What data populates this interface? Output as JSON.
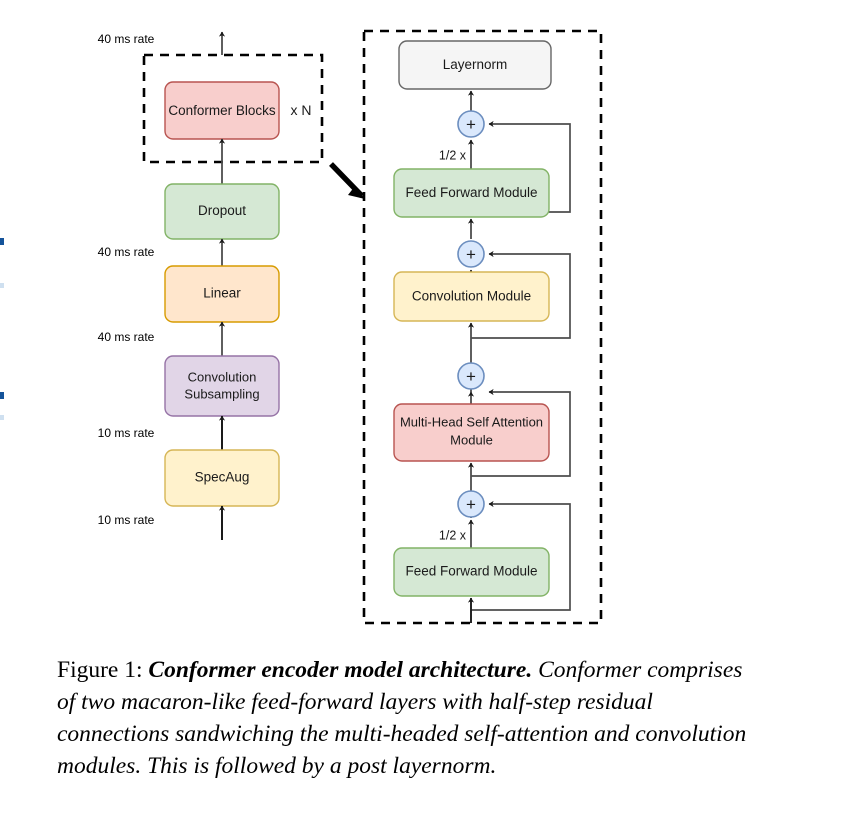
{
  "figure": {
    "caption_number": "Figure 1:",
    "caption_title": "Conformer encoder model architecture.",
    "caption_body": "Conformer comprises of two macaron-like feed-forward layers with half-step residual connections sandwiching the multi-headed self-attention and convolution modules. This is followed by a post layernorm."
  },
  "colors": {
    "pink_fill": "#f8cecc",
    "pink_stroke": "#b85450",
    "green_fill": "#d5e8d4",
    "green_stroke": "#82b366",
    "peach_fill": "#ffe6cc",
    "peach_stroke": "#d79b00",
    "purple_fill": "#e1d5e7",
    "purple_stroke": "#9673a6",
    "yellow_fill": "#fff2cc",
    "yellow_stroke": "#d6b656",
    "gray_fill": "#f5f5f5",
    "gray_stroke": "#666666",
    "blue_fill": "#dae8fc",
    "blue_stroke": "#6c8ebf",
    "line": "#4d4d4d",
    "dashed": "#000000"
  },
  "encoder_stack": {
    "group_label": "x N",
    "blocks": [
      {
        "label": "Conformer Blocks",
        "style": "pink"
      },
      {
        "label": "Dropout",
        "style": "green"
      },
      {
        "label": "Linear",
        "style": "peach"
      },
      {
        "label": "Convolution Subsampling",
        "line1": "Convolution",
        "line2": "Subsampling",
        "style": "purple"
      },
      {
        "label": "SpecAug",
        "style": "yellow"
      }
    ],
    "rate_labels": [
      {
        "text": "40 ms rate",
        "at": "encoder-output"
      },
      {
        "text": "40 ms rate",
        "at": "dropout-input"
      },
      {
        "text": "40 ms rate",
        "at": "linear-input"
      },
      {
        "text": "10 ms rate",
        "at": "subsampling-input"
      },
      {
        "text": "10 ms rate",
        "at": "specaug-input"
      }
    ]
  },
  "conformer_block": {
    "modules": [
      {
        "label": "Layernorm",
        "style": "gray",
        "residual": false,
        "scale": null
      },
      {
        "label": "Feed Forward Module",
        "style": "green",
        "residual": true,
        "scale": "1/2 x"
      },
      {
        "label": "Convolution Module",
        "style": "yellow",
        "residual": true,
        "scale": null
      },
      {
        "label": "Multi-Head Self Attention Module",
        "line1": "Multi-Head Self Attention",
        "line2": "Module",
        "style": "pink",
        "residual": true,
        "scale": null
      },
      {
        "label": "Feed Forward Module",
        "style": "green",
        "residual": true,
        "scale": "1/2 x"
      }
    ],
    "adder_glyph": "+"
  }
}
